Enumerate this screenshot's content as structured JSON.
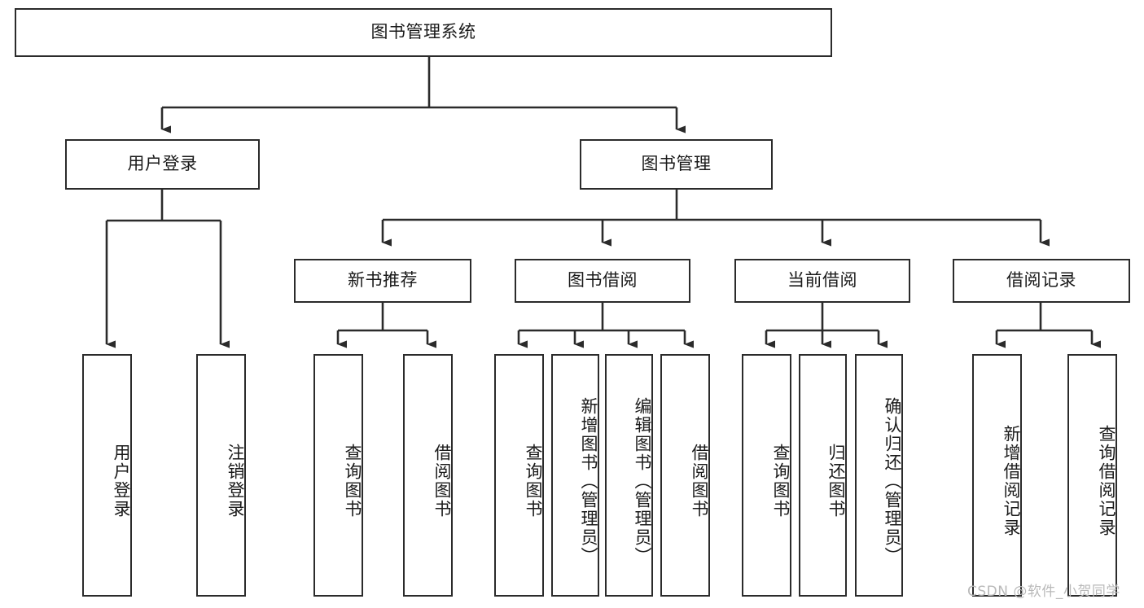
{
  "diagram": {
    "type": "tree-hierarchy-flowchart",
    "title": "图书管理系统",
    "root": {
      "id": "root",
      "label": "图书管理系统",
      "shape": "rectangle",
      "orientation": "horizontal"
    },
    "level1": [
      {
        "id": "user-login",
        "label": "用户登录",
        "shape": "rectangle",
        "orientation": "horizontal"
      },
      {
        "id": "book-management",
        "label": "图书管理",
        "shape": "rectangle",
        "orientation": "horizontal"
      }
    ],
    "level2": [
      {
        "id": "new-book-recommend",
        "label": "新书推荐",
        "parent": "book-management",
        "shape": "rectangle",
        "orientation": "horizontal"
      },
      {
        "id": "book-borrow",
        "label": "图书借阅",
        "parent": "book-management",
        "shape": "rectangle",
        "orientation": "horizontal"
      },
      {
        "id": "current-borrow",
        "label": "当前借阅",
        "parent": "book-management",
        "shape": "rectangle",
        "orientation": "horizontal"
      },
      {
        "id": "borrow-record",
        "label": "借阅记录",
        "parent": "book-management",
        "shape": "rectangle",
        "orientation": "horizontal"
      }
    ],
    "leaves": [
      {
        "id": "leaf-user-login",
        "label": "用户登录",
        "parent": "user-login",
        "orientation": "vertical"
      },
      {
        "id": "leaf-user-logout",
        "label": "注销登录",
        "parent": "user-login",
        "orientation": "vertical"
      },
      {
        "id": "leaf-query-book-1",
        "label": "查询图书",
        "parent": "new-book-recommend",
        "orientation": "vertical"
      },
      {
        "id": "leaf-borrow-book-1",
        "label": "借阅图书",
        "parent": "new-book-recommend",
        "orientation": "vertical"
      },
      {
        "id": "leaf-query-book-2",
        "label": "查询图书",
        "parent": "book-borrow",
        "orientation": "vertical"
      },
      {
        "id": "leaf-add-book",
        "label": "新增图书（管理员）",
        "parent": "book-borrow",
        "orientation": "vertical"
      },
      {
        "id": "leaf-edit-book",
        "label": "编辑图书（管理员）",
        "parent": "book-borrow",
        "orientation": "vertical"
      },
      {
        "id": "leaf-borrow-book-2",
        "label": "借阅图书",
        "parent": "book-borrow",
        "orientation": "vertical"
      },
      {
        "id": "leaf-query-book-3",
        "label": "查询图书",
        "parent": "current-borrow",
        "orientation": "vertical"
      },
      {
        "id": "leaf-return-book",
        "label": "归还图书",
        "parent": "current-borrow",
        "orientation": "vertical"
      },
      {
        "id": "leaf-confirm-return",
        "label": "确认归还（管理员）",
        "parent": "current-borrow",
        "orientation": "vertical"
      },
      {
        "id": "leaf-add-record",
        "label": "新增借阅记录",
        "parent": "borrow-record",
        "orientation": "vertical"
      },
      {
        "id": "leaf-query-record",
        "label": "查询借阅记录",
        "parent": "borrow-record",
        "orientation": "vertical"
      }
    ],
    "watermark": "CSDN @软件_小贺同学",
    "colors": {
      "stroke": "#2b2b2b",
      "fill": "#ffffff",
      "text": "#1a1a1a",
      "watermark": "#b9b9b9"
    }
  }
}
